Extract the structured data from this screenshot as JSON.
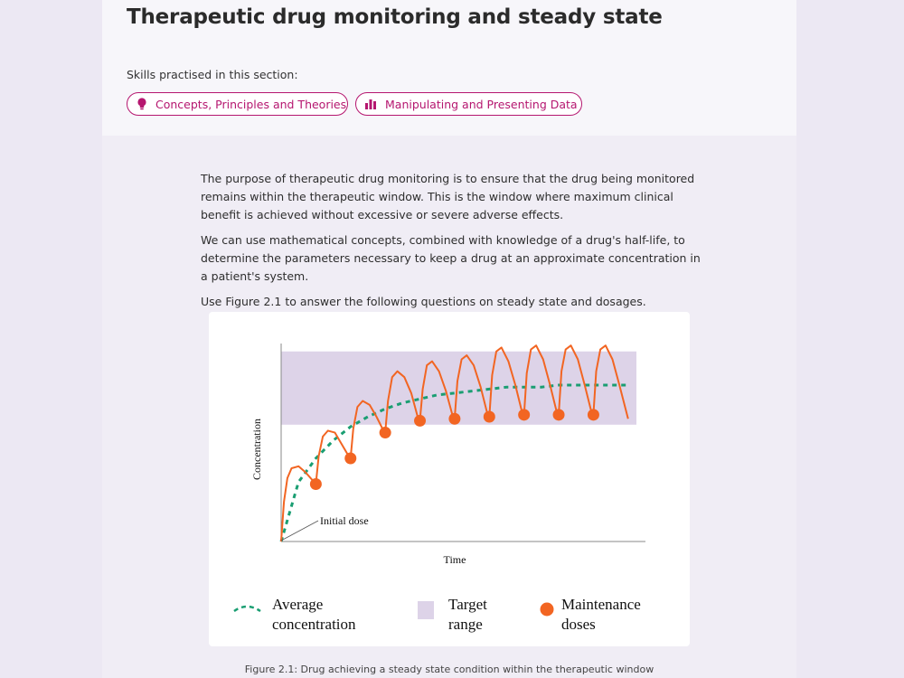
{
  "header": {
    "title": "Therapeutic drug monitoring and steady state",
    "skills_label": "Skills practised in this section:",
    "skills": [
      {
        "label": "Concepts, Principles and Theories",
        "icon": "lightbulb-icon"
      },
      {
        "label": "Manipulating and Presenting Data",
        "icon": "bar-chart-icon"
      }
    ],
    "accent_color": "#b5166f"
  },
  "body": {
    "paragraphs": [
      "The purpose of therapeutic drug monitoring is to ensure that the drug being monitored remains within the therapeutic window. This is the window where maximum clinical benefit is achieved without excessive or severe adverse effects.",
      "We can use mathematical concepts, combined with knowledge of a drug's half-life, to determine the parameters necessary to keep a drug at an approximate concentration in a patient's system.",
      "Use Figure 2.1 to answer the following questions on steady state and dosages."
    ]
  },
  "figure": {
    "caption": "Figure 2.1: Drug achieving a steady state condition within the therapeutic window"
  },
  "chart_data": {
    "type": "line",
    "title": "",
    "xlabel": "Time",
    "ylabel": "Concentration",
    "annotation": "Initial dose",
    "grid": false,
    "legend_position": "bottom",
    "legend": [
      {
        "label": "Average concentration",
        "marker": "dashed-line",
        "color": "#1a9e72"
      },
      {
        "label": "Target range",
        "marker": "square",
        "color": "#ddd3e8"
      },
      {
        "label": "Maintenance doses",
        "marker": "circle",
        "color": "#f26522"
      }
    ],
    "colors": {
      "concentration": "#f26522",
      "average": "#1a9e72",
      "target_range": "#ddd3e8",
      "axis": "#888888"
    },
    "xlim": [
      0,
      10.5
    ],
    "ylim": [
      0,
      1
    ],
    "target_range": [
      0.59,
      0.96
    ],
    "series": [
      {
        "name": "Concentration",
        "x": [
          0,
          0.08,
          0.18,
          0.3,
          0.5,
          0.7,
          0.95,
          1.0,
          1.08,
          1.2,
          1.35,
          1.55,
          1.75,
          1.95,
          2.0,
          2.08,
          2.2,
          2.35,
          2.55,
          2.75,
          2.95,
          3.0,
          3.08,
          3.2,
          3.35,
          3.55,
          3.75,
          3.95,
          4.0,
          4.08,
          4.2,
          4.35,
          4.55,
          4.75,
          4.95,
          5.0,
          5.08,
          5.2,
          5.35,
          5.55,
          5.75,
          5.95,
          6.0,
          6.08,
          6.2,
          6.35,
          6.55,
          6.75,
          6.95,
          7.0,
          7.08,
          7.2,
          7.35,
          7.55,
          7.75,
          7.95,
          8.0,
          8.08,
          8.2,
          8.35,
          8.55,
          8.75,
          8.95,
          9.0,
          9.08,
          9.2,
          9.35,
          9.55,
          9.75,
          10.0
        ],
        "y": [
          0,
          0.2,
          0.32,
          0.37,
          0.38,
          0.35,
          0.3,
          0.29,
          0.43,
          0.53,
          0.56,
          0.55,
          0.49,
          0.43,
          0.42,
          0.57,
          0.68,
          0.71,
          0.69,
          0.63,
          0.56,
          0.55,
          0.71,
          0.83,
          0.86,
          0.83,
          0.75,
          0.62,
          0.61,
          0.77,
          0.89,
          0.91,
          0.86,
          0.76,
          0.63,
          0.62,
          0.81,
          0.92,
          0.94,
          0.89,
          0.78,
          0.64,
          0.63,
          0.84,
          0.96,
          0.98,
          0.91,
          0.79,
          0.65,
          0.64,
          0.85,
          0.97,
          0.99,
          0.92,
          0.79,
          0.65,
          0.64,
          0.86,
          0.97,
          0.99,
          0.92,
          0.79,
          0.65,
          0.64,
          0.86,
          0.97,
          0.99,
          0.92,
          0.79,
          0.62
        ]
      },
      {
        "name": "Average concentration",
        "x": [
          0,
          0.5,
          1,
          1.5,
          2,
          2.5,
          3,
          3.5,
          4,
          4.5,
          5,
          5.5,
          6,
          6.5,
          7,
          7.5,
          8,
          8.5,
          9,
          9.5,
          10
        ],
        "y": [
          0,
          0.3,
          0.42,
          0.51,
          0.58,
          0.63,
          0.67,
          0.7,
          0.72,
          0.74,
          0.75,
          0.76,
          0.77,
          0.78,
          0.78,
          0.78,
          0.79,
          0.79,
          0.79,
          0.79,
          0.79
        ]
      },
      {
        "name": "Maintenance doses",
        "x": [
          1,
          2,
          3,
          4,
          5,
          6,
          7,
          8,
          9
        ],
        "y": [
          0.29,
          0.42,
          0.55,
          0.61,
          0.62,
          0.63,
          0.64,
          0.64,
          0.64
        ]
      }
    ]
  }
}
